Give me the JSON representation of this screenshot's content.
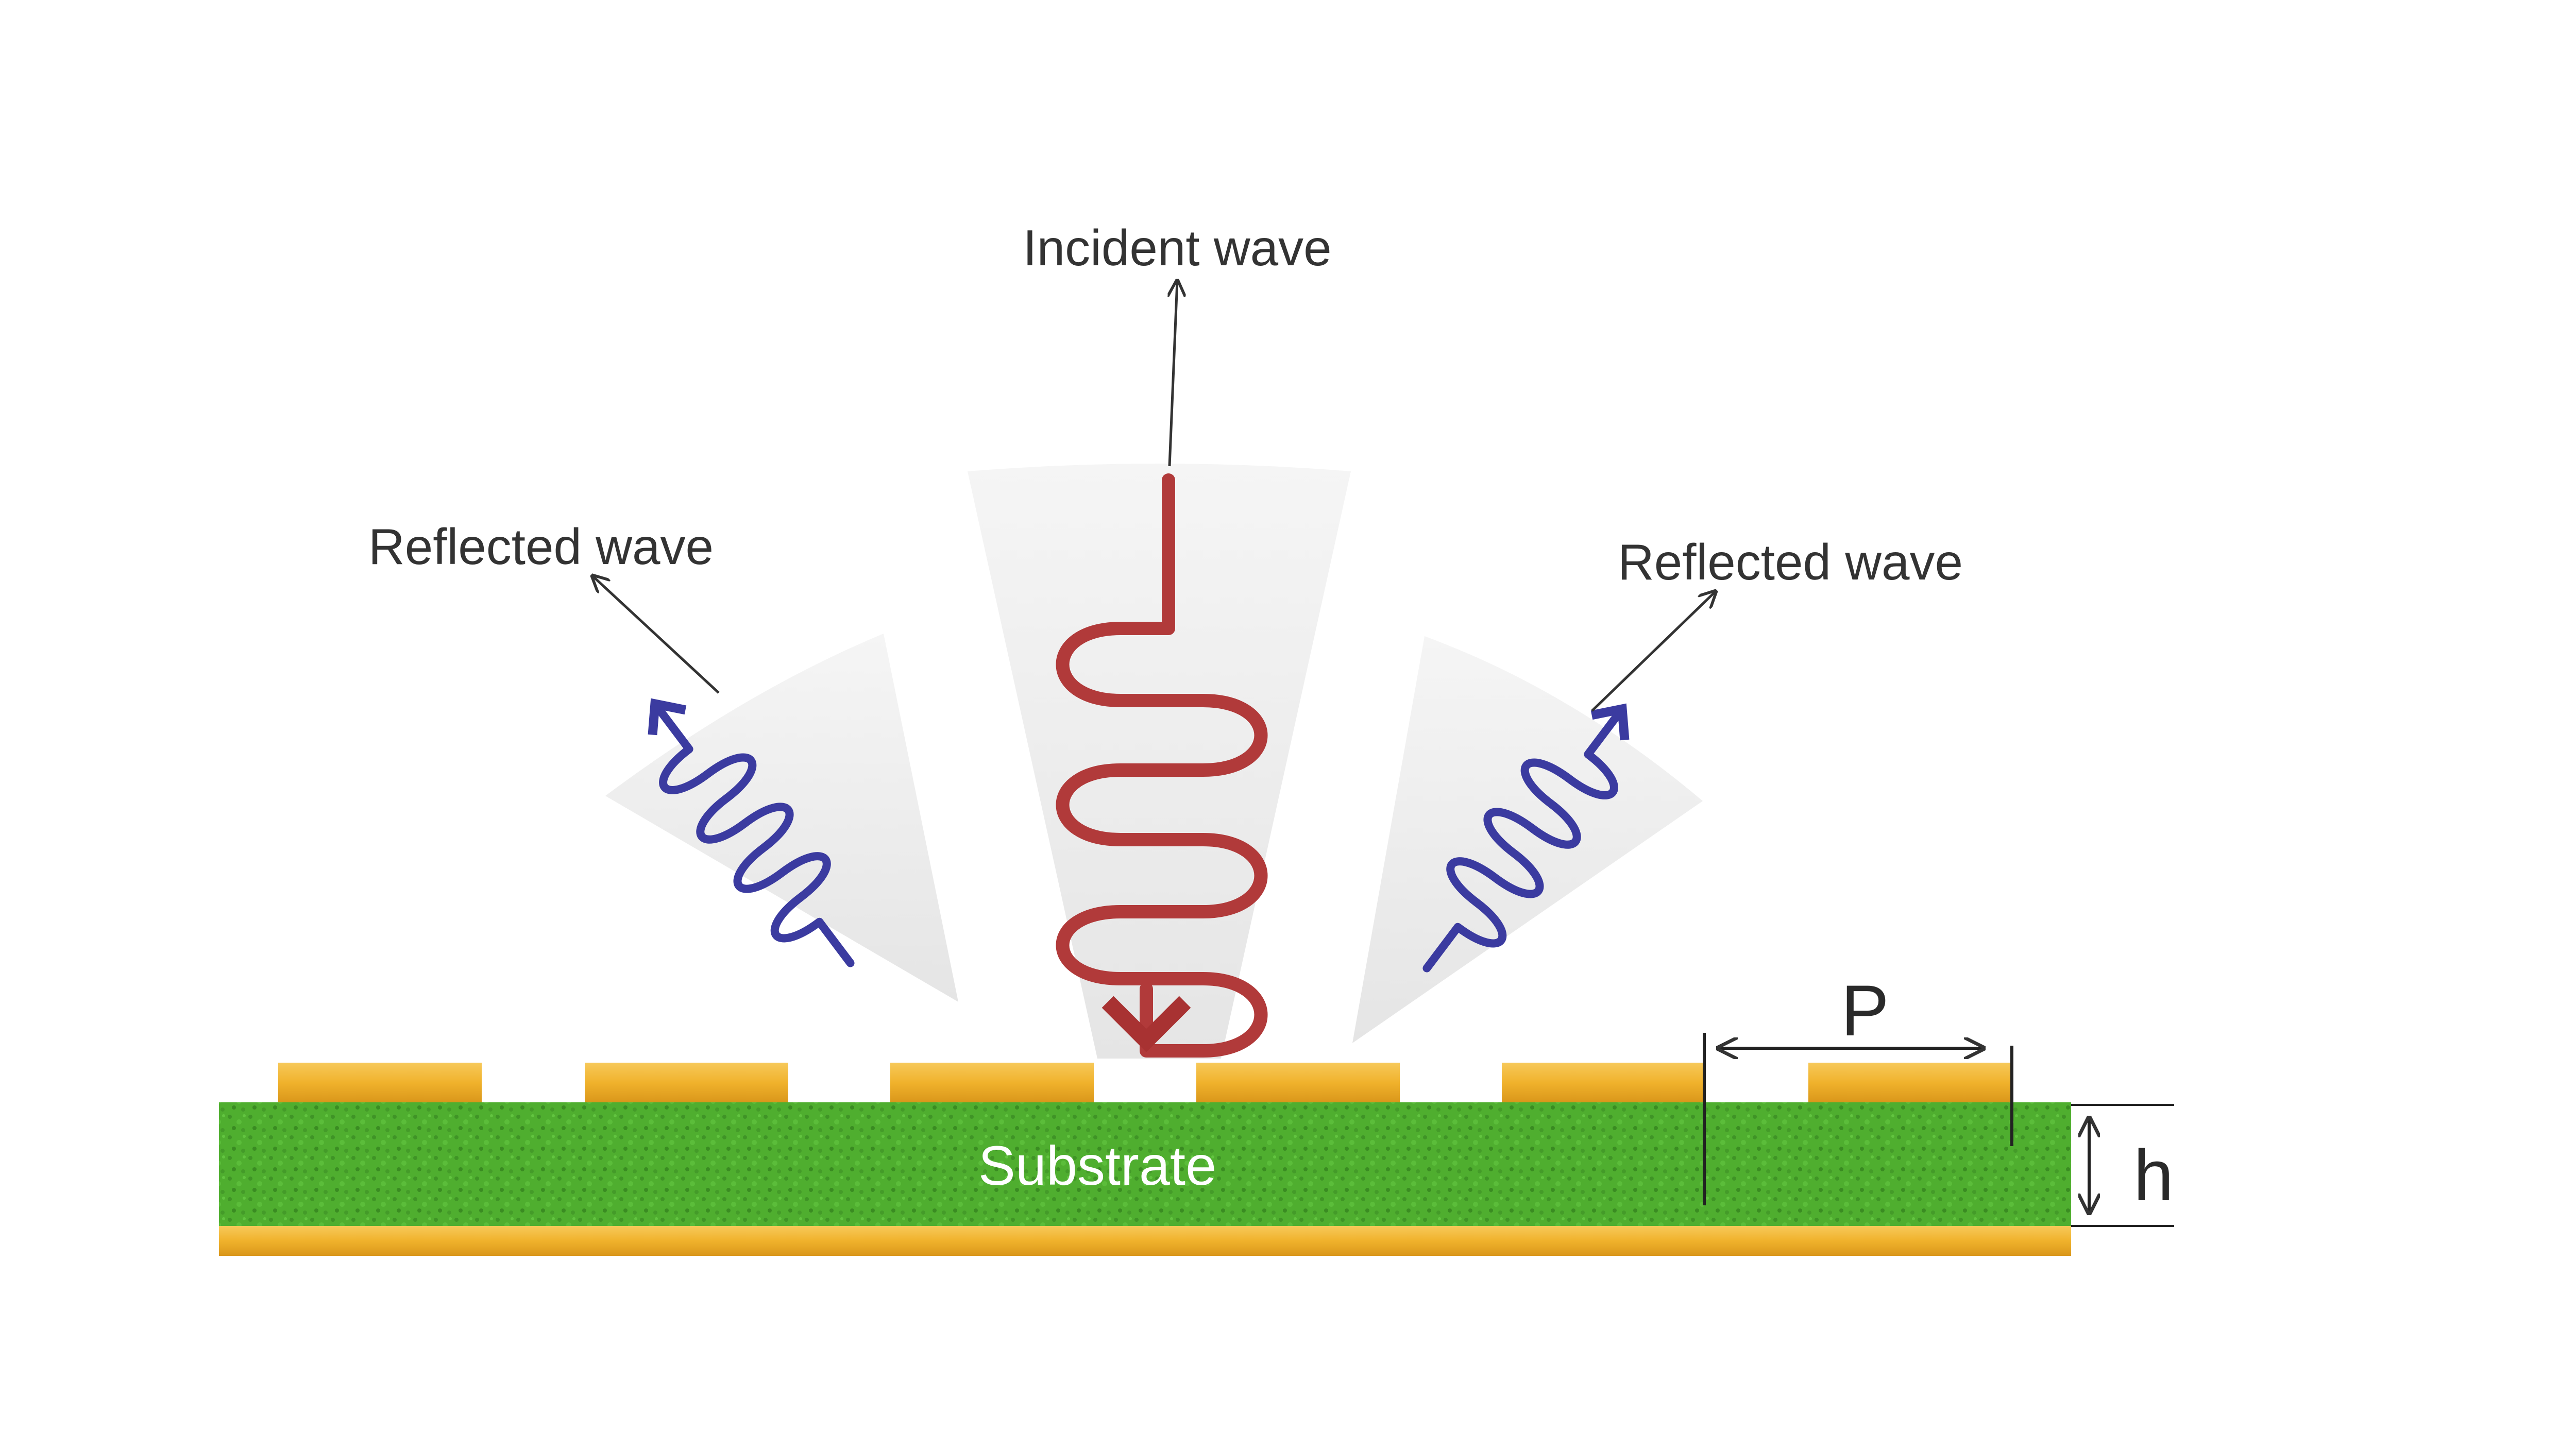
{
  "labels": {
    "incident": "Incident wave",
    "reflected_left": "Reflected wave",
    "reflected_right": "Reflected wave",
    "substrate": "Substrate",
    "period": "P",
    "height": "h"
  },
  "colors": {
    "incident_wave": "#b13a3a",
    "reflected_wave": "#3b3ba0",
    "metal": "#f0b030",
    "substrate": "#4caf2e",
    "cone": "#ececec",
    "annotation": "#333333"
  }
}
